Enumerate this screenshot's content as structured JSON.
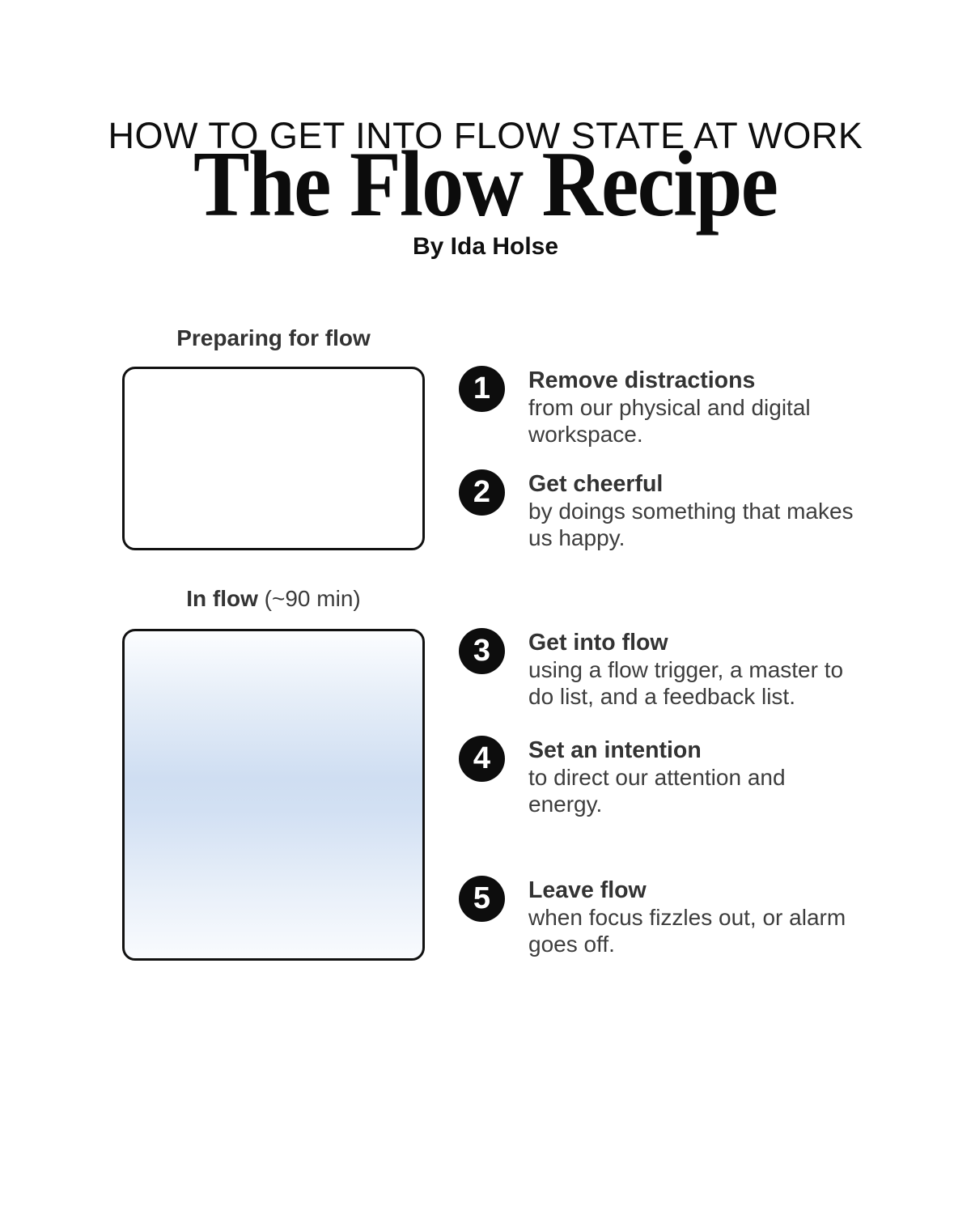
{
  "header": {
    "kicker": "HOW TO GET INTO FLOW STATE AT WORK",
    "title": "The Flow Recipe",
    "byline": "By Ida Holse"
  },
  "sections": {
    "prepare": {
      "heading": "Preparing for flow"
    },
    "inflow": {
      "heading_bold": "In flow",
      "heading_light": " (~90 min)"
    }
  },
  "steps": [
    {
      "number": "1",
      "title": "Remove distractions",
      "description": "from our physical and digital\nworkspace."
    },
    {
      "number": "2",
      "title": "Get cheerful",
      "description": "by doings something that makes\nus happy."
    },
    {
      "number": "3",
      "title": "Get into flow",
      "description": "using a flow trigger, a master to\ndo list, and a feedback list."
    },
    {
      "number": "4",
      "title": "Set an intention",
      "description": "to direct our attention and\nenergy."
    },
    {
      "number": "5",
      "title": "Leave flow",
      "description": "when focus fizzles out, or alarm\ngoes off."
    }
  ],
  "colors": {
    "heading_text": "#333333",
    "body_text": "#3d3d3d",
    "badge_background": "#0d0d0d",
    "box_border": "#111111",
    "inflow_gradient_mid": "#cfdef2",
    "page_background": "#ffffff"
  }
}
